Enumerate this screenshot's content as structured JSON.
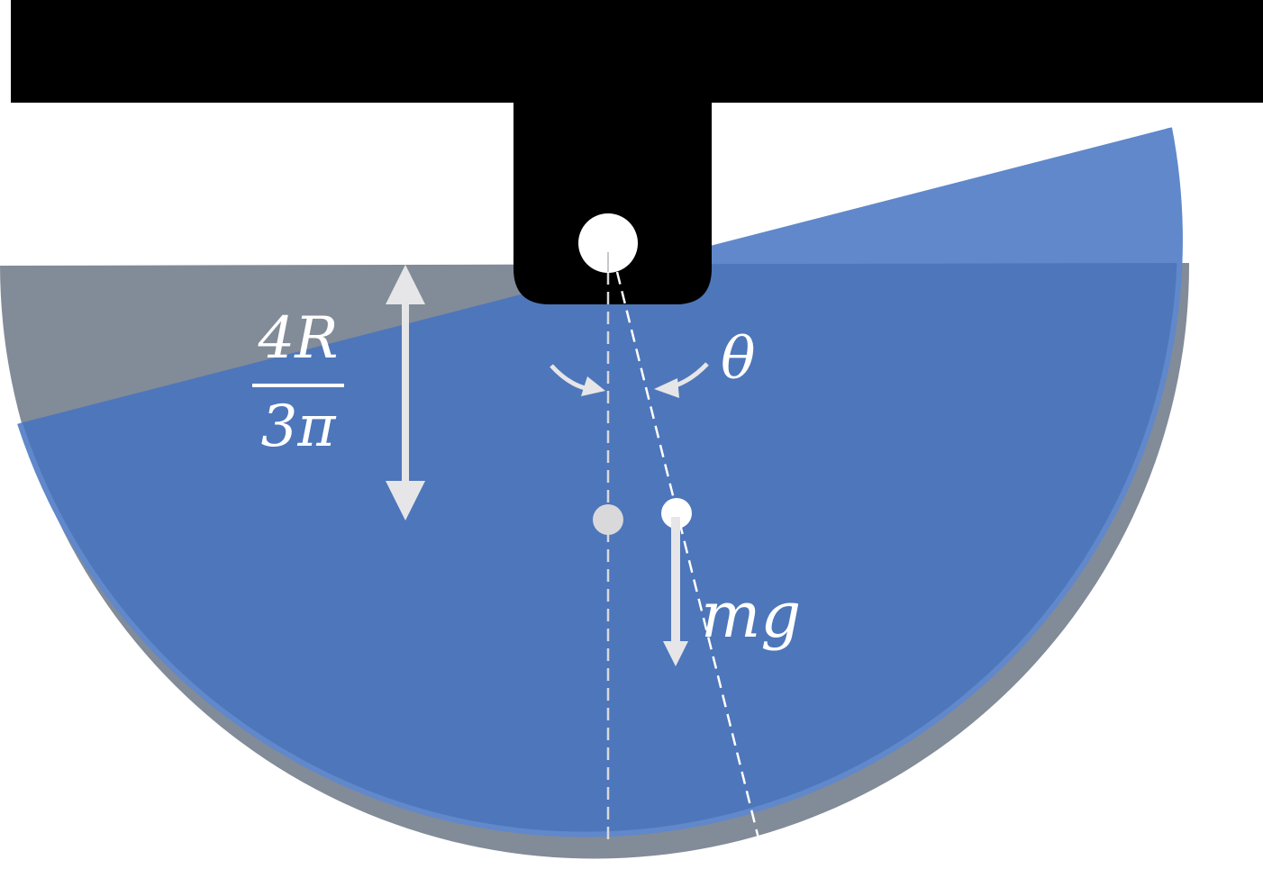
{
  "diagram": {
    "title": "Tilted semicircular disk pendulum",
    "colors": {
      "background": "#ffffff",
      "support": "#000000",
      "original_position": "#828B98",
      "rotated_disk": "#6088CB",
      "overlap": "#4E76BA",
      "annotation": "#E6E6E8",
      "pivot": "#ffffff",
      "original_cm": "#D9D9DC",
      "shifted_cm": "#ffffff"
    },
    "labels": {
      "distance_numerator": "4R",
      "distance_denominator": "3π",
      "angle": "θ",
      "force": "mg"
    },
    "elements": [
      {
        "name": "ceiling-support",
        "type": "rect"
      },
      {
        "name": "pivot-bracket",
        "type": "rounded-rect"
      },
      {
        "name": "pivot-pin",
        "type": "circle"
      },
      {
        "name": "semicircle-original",
        "type": "semicircle"
      },
      {
        "name": "semicircle-rotated",
        "type": "semicircle"
      },
      {
        "name": "vertical-reference-line",
        "type": "dashed-line"
      },
      {
        "name": "tilted-reference-line",
        "type": "dashed-line"
      },
      {
        "name": "center-of-mass-original",
        "type": "dot"
      },
      {
        "name": "center-of-mass-rotated",
        "type": "dot"
      },
      {
        "name": "gravity-force-arrow",
        "type": "arrow"
      },
      {
        "name": "distance-double-arrow",
        "type": "double-arrow"
      },
      {
        "name": "angle-arrows",
        "type": "curved-arrows"
      }
    ]
  }
}
